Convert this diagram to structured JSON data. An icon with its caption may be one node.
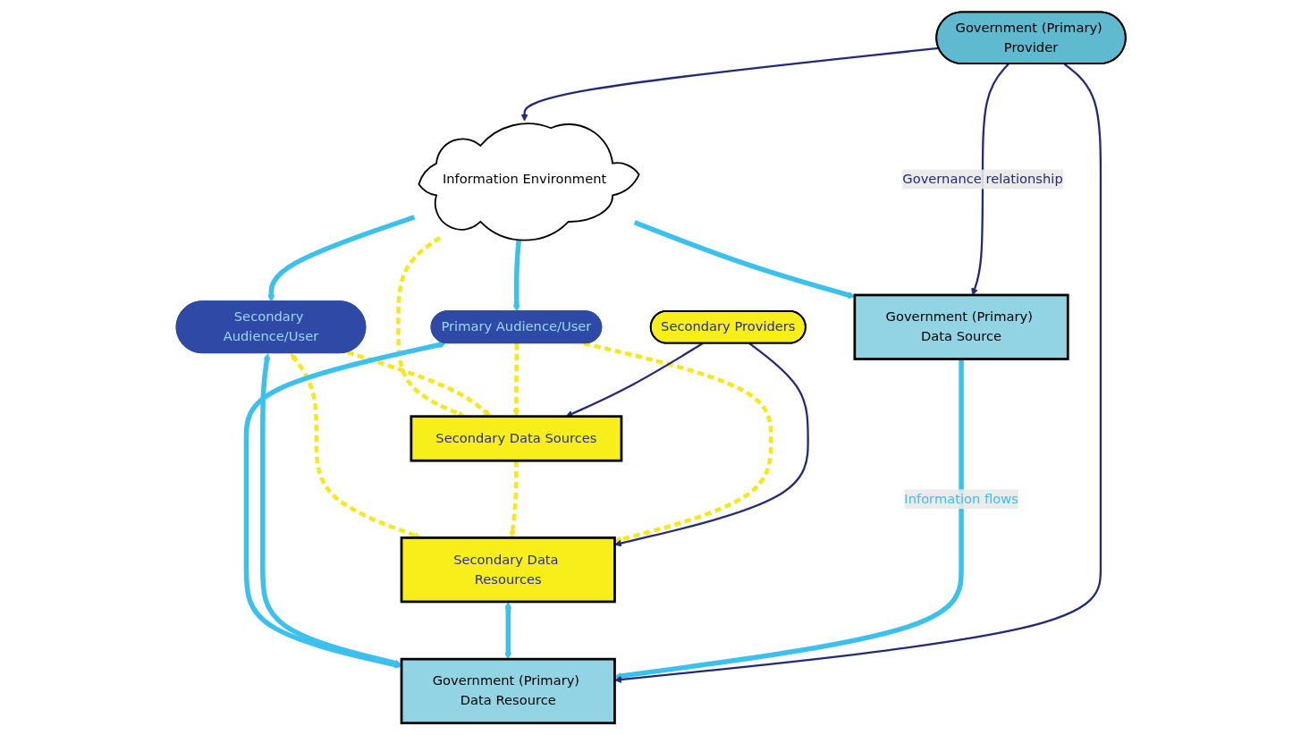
{
  "diagram": {
    "nodes": [
      {
        "text": [
          "Information Environment"
        ]
      },
      {
        "text": [
          "Secondary Audience/User"
        ]
      },
      {
        "text": [
          "Secondary Data Sources"
        ]
      },
      {
        "text": [
          "Primary Audience/User"
        ]
      },
      {
        "text": [
          "Government (Primary) Data Source"
        ]
      },
      {
        "text": [
          "Secondary Data Resources"
        ]
      },
      {
        "text": [
          "Secondary Providers"
        ]
      },
      {
        "text": [
          "Government (Primary) Data Resource"
        ]
      },
      {
        "text": [
          "Government (Primary) Provider"
        ]
      }
    ],
    "edges": [
      {
        "from": 0,
        "to": 3,
        "arrow": "to"
      },
      {
        "from": 0,
        "to": 1,
        "arrow": "to"
      },
      {
        "from": 0,
        "to": 2,
        "arrow": "to",
        "style": "dashed",
        "color": "#f5e81c"
      },
      {
        "from": 0,
        "to": 4,
        "arrow": "to"
      },
      {
        "from": 1,
        "to": 2,
        "arrow": "to",
        "style": "dashed",
        "color": "#f5e81c"
      },
      {
        "from": 3,
        "to": 2,
        "arrow": "to",
        "style": "dashed",
        "color": "#f5e81c"
      },
      {
        "from": 1,
        "to": 5,
        "arrow": "both",
        "style": "dashed",
        "color": "#f5e81c"
      },
      {
        "from": 2,
        "to": 5,
        "arrow": "to",
        "style": "dashed",
        "color": "#f5e81c"
      },
      {
        "from": 3,
        "to": 5,
        "arrow": "to",
        "style": "dashed",
        "color": "#f5e81c"
      },
      {
        "from": 6,
        "to": 2,
        "arrow": "to",
        "color": "#232a78"
      },
      {
        "from": 6,
        "to": 5,
        "arrow": "to",
        "color": "#232a78"
      },
      {
        "from": 3,
        "to": 7,
        "arrow": "both"
      },
      {
        "from": 1,
        "to": 7,
        "arrow": "both"
      },
      {
        "from": 5,
        "to": 7,
        "arrow": "both"
      },
      {
        "from": 4,
        "to": 7,
        "arrow": "to",
        "label": "Information flows"
      },
      {
        "from": 8,
        "to": 7,
        "arrow": "to",
        "color": "#232a78"
      },
      {
        "from": 8,
        "to": 4,
        "arrow": "to",
        "label": "Governance relationship",
        "color": "#232a78"
      },
      {
        "from": 8,
        "to": 0,
        "arrow": "to",
        "color": "#232a78"
      }
    ]
  }
}
